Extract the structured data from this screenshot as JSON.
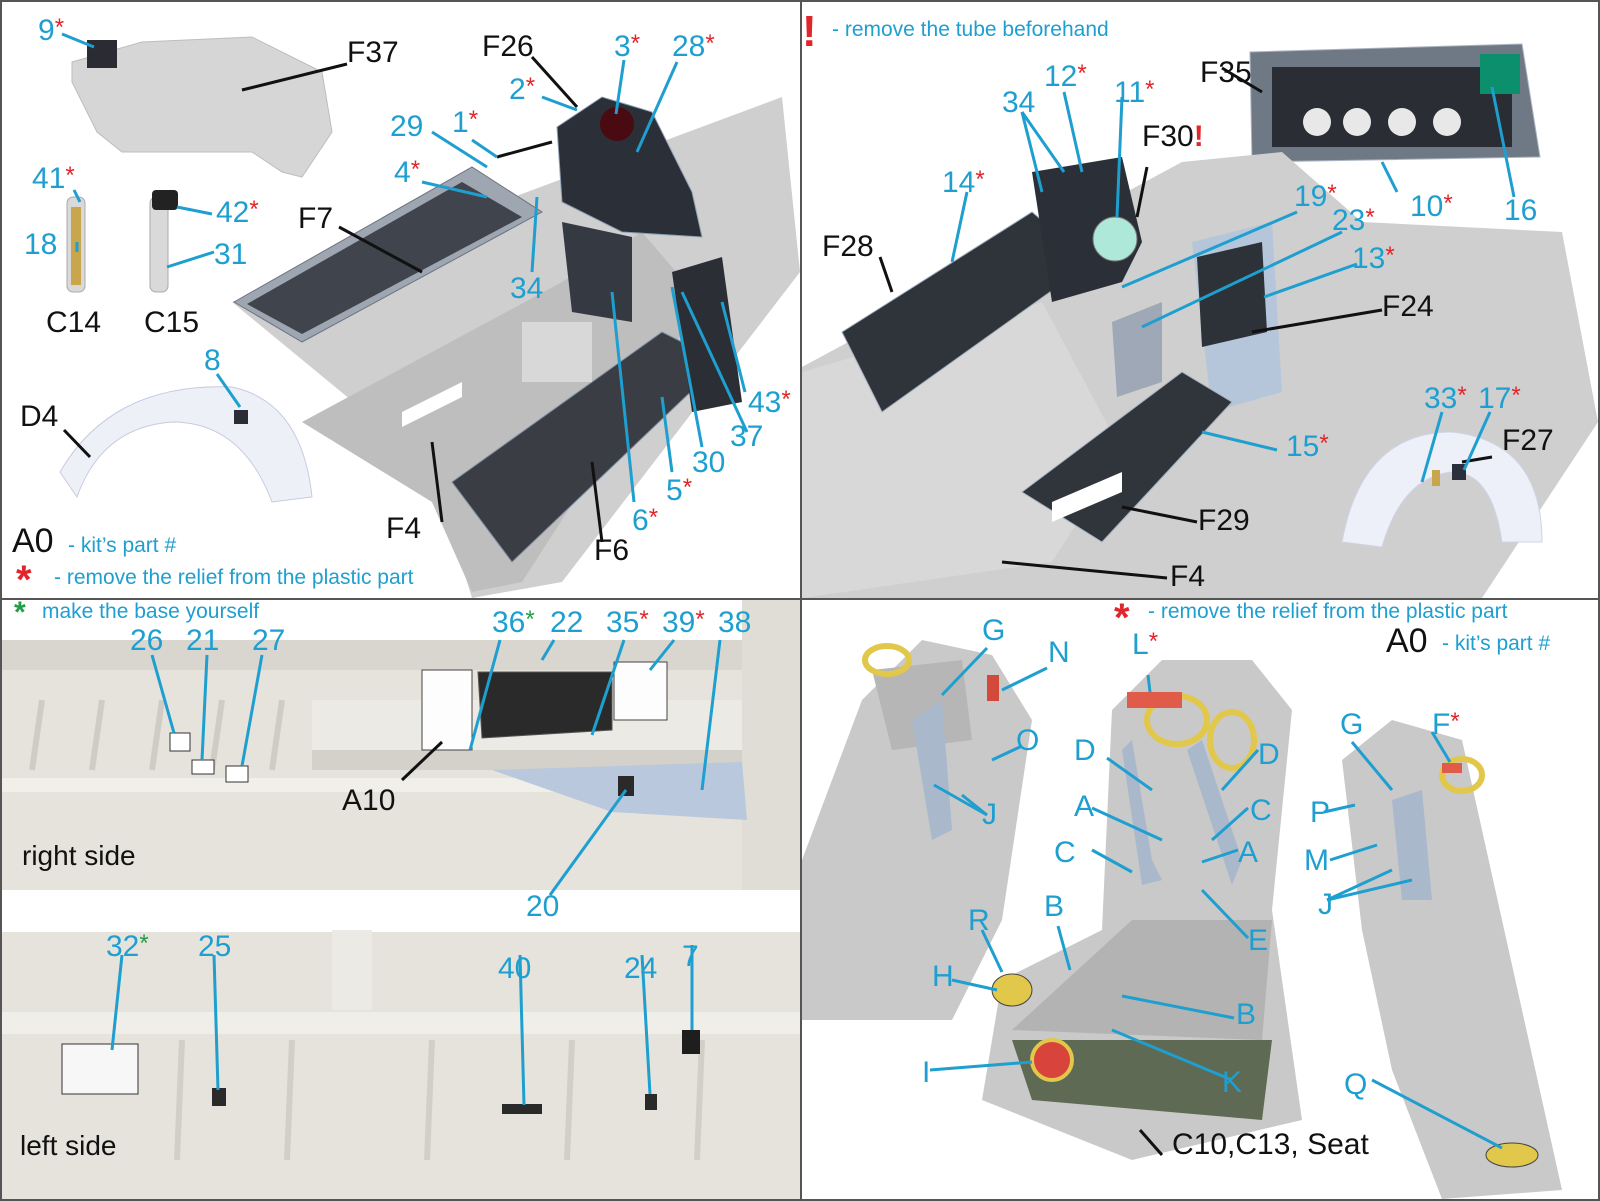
{
  "q1": {
    "labels": {
      "n9": "9",
      "f37": "F37",
      "f26": "F26",
      "n3": "3",
      "n28": "28",
      "n2": "2",
      "n29": "29",
      "n1": "1",
      "n4": "4",
      "n41": "41",
      "n42": "42",
      "n18": "18",
      "n31": "31",
      "c14": "C14",
      "c15": "C15",
      "f7": "F7",
      "n34": "34",
      "n8": "8",
      "d4": "D4",
      "n43": "43",
      "n37": "37",
      "n30": "30",
      "n5": "5",
      "n6": "6",
      "f6": "F6",
      "f4": "F4"
    },
    "legend_code": "A0",
    "legend_part": "- kit’s part #",
    "legend_relief": "- remove the relief from the plastic part"
  },
  "q2": {
    "note_tube": "- remove the tube beforehand",
    "labels": {
      "n34": "34",
      "n12": "12",
      "n11": "11",
      "f35": "F35",
      "f30": "F30",
      "n14": "14",
      "f28": "F28",
      "n19": "19",
      "n23": "23",
      "n13": "13",
      "f24": "F24",
      "n10": "10",
      "n16": "16",
      "n33": "33",
      "n17": "17",
      "f27": "F27",
      "n15": "15",
      "f29": "F29",
      "f4": "F4"
    }
  },
  "q3": {
    "note_base": "make the base yourself",
    "labels": {
      "n26": "26",
      "n21": "21",
      "n27": "27",
      "n36": "36",
      "n22": "22",
      "n35": "35",
      "n39": "39",
      "n38": "38",
      "a10": "A10",
      "n20": "20",
      "n32": "32",
      "n25": "25",
      "n40": "40",
      "n24": "24",
      "n7": "7"
    },
    "right_side": "right side",
    "left_side": "left side"
  },
  "q4": {
    "note_relief": "- remove the relief from the plastic part",
    "legend_code": "A0",
    "legend_part": "- kit’s part #",
    "labels": {
      "g1": "G",
      "n1": "N",
      "o": "O",
      "j1": "J",
      "l": "L",
      "d1": "D",
      "d2": "D",
      "a1": "A",
      "c1": "C",
      "c2": "C",
      "a2": "A",
      "e": "E",
      "b1": "B",
      "r": "R",
      "h": "H",
      "b2": "B",
      "i": "I",
      "k": "K",
      "g2": "G",
      "f": "F",
      "p": "P",
      "m": "M",
      "j2": "J",
      "q": "Q"
    },
    "seat_caption": "C10,C13, Seat"
  },
  "colors": {
    "label_blue": "#1e9fd0",
    "asterisk_red": "#e0262b",
    "asterisk_green": "#1f9e46",
    "plastic_grey": "#c9c9c9",
    "panel_blue": "#b8c8dc"
  }
}
